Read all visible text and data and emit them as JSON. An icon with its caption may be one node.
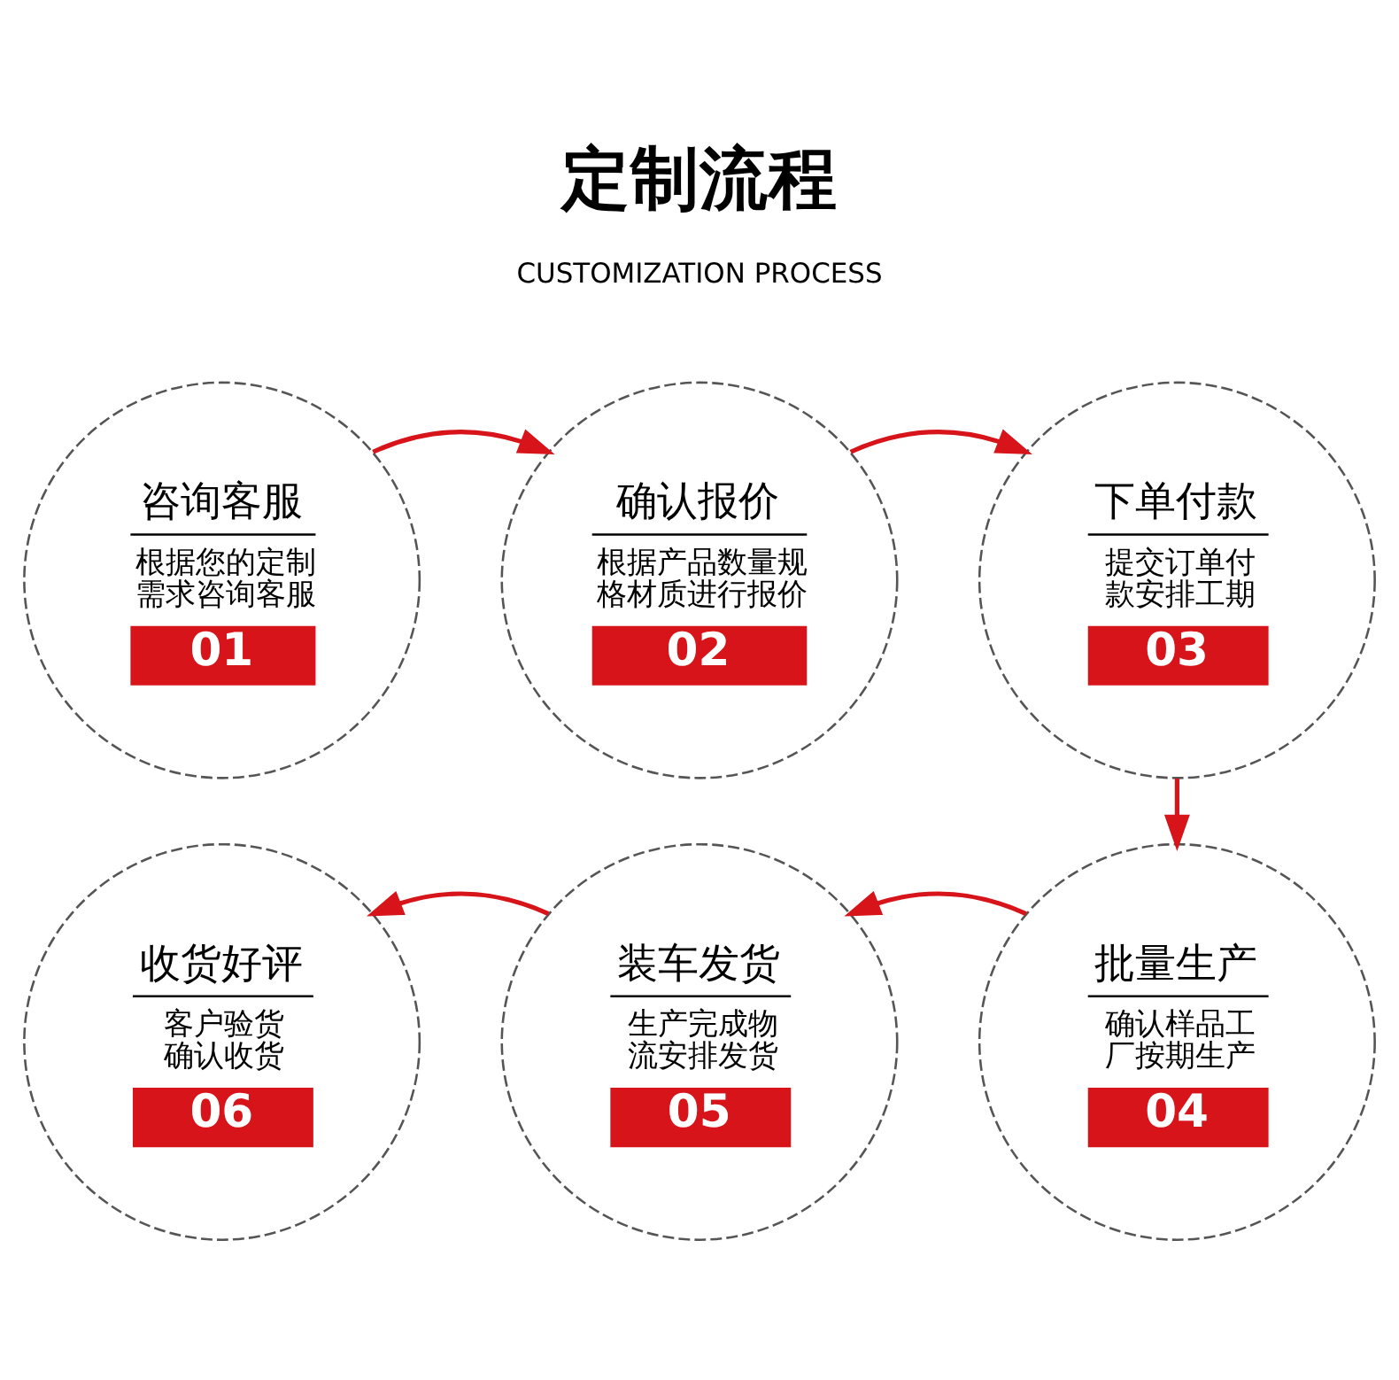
{
  "diagram": {
    "title": "定制流程",
    "nodes": [
      {
        "text": [
          "咨询客服",
          "根据您的定制需求咨询客服",
          "01"
        ]
      },
      {
        "text": [
          "确认报价",
          "根据产品数量规格材质进行报价",
          "02"
        ]
      },
      {
        "text": [
          "下单付款",
          "提交订单付款安排工期",
          "03"
        ]
      },
      {
        "text": [
          "收货好评",
          "客户验货确认收货",
          "06"
        ]
      },
      {
        "text": [
          "装车发货",
          "生产完成物流安排发货",
          "05"
        ]
      },
      {
        "text": [
          "批量生产",
          "确认样品工厂按期生产",
          "04"
        ]
      }
    ],
    "edges": [
      {
        "from": 0,
        "to": 1,
        "arrow": "to"
      },
      {
        "from": 1,
        "to": 2,
        "arrow": "to"
      },
      {
        "from": 2,
        "to": 5,
        "arrow": "to"
      },
      {
        "from": 5,
        "to": 4,
        "arrow": "to"
      },
      {
        "from": 4,
        "to": 3,
        "arrow": "to"
      }
    ],
    "labels": [
      "CUSTOMIZATION PROCESS"
    ]
  }
}
